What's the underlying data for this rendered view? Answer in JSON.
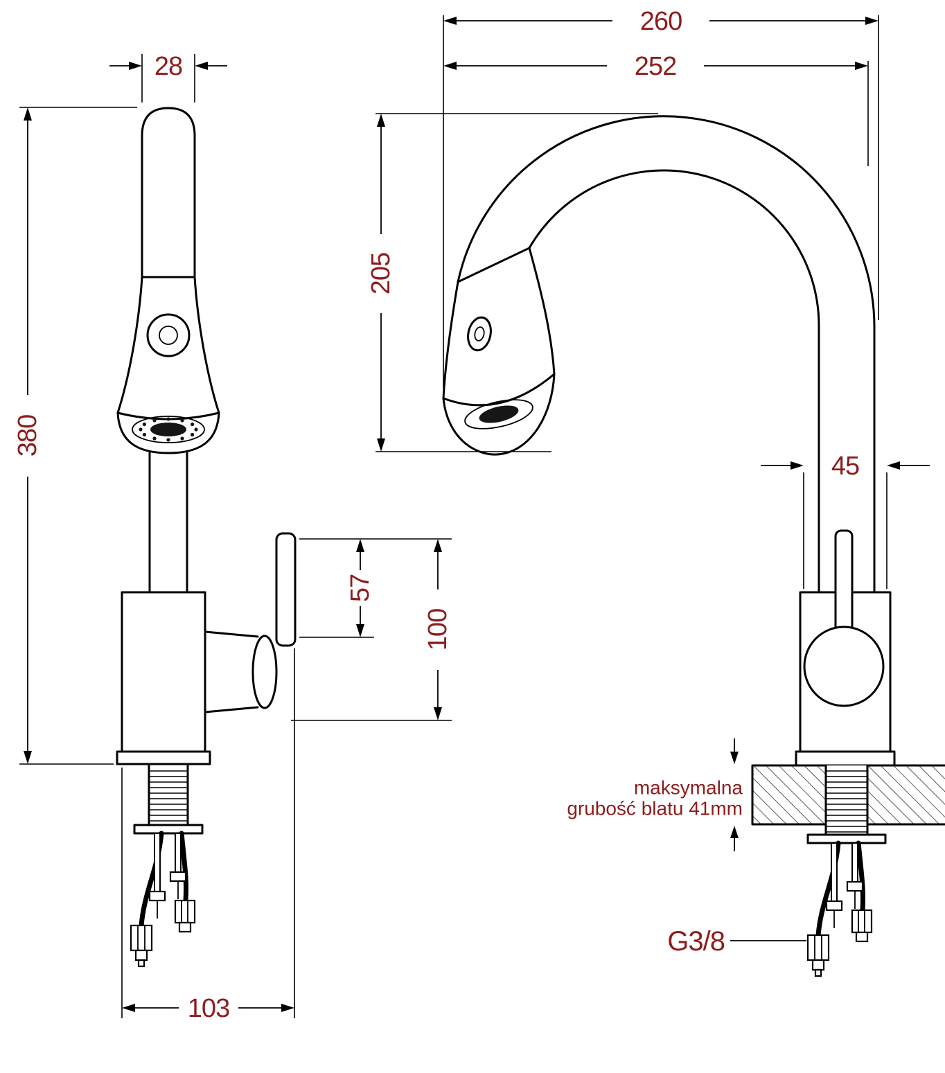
{
  "colors": {
    "line": "#000000",
    "dimension_text": "#8c1d1d",
    "background": "#ffffff"
  },
  "dimensions": {
    "front": {
      "spout_width": "28",
      "total_height": "380",
      "handle_height": "57",
      "handle_depth": "100",
      "base_depth": "103"
    },
    "side": {
      "total_reach": "260",
      "spout_reach": "252",
      "spout_height": "205",
      "body_width": "45"
    },
    "connection_thread": "G3/8",
    "countertop_note": {
      "line1": "maksymalna",
      "line2": "grubość blatu 41mm"
    }
  }
}
